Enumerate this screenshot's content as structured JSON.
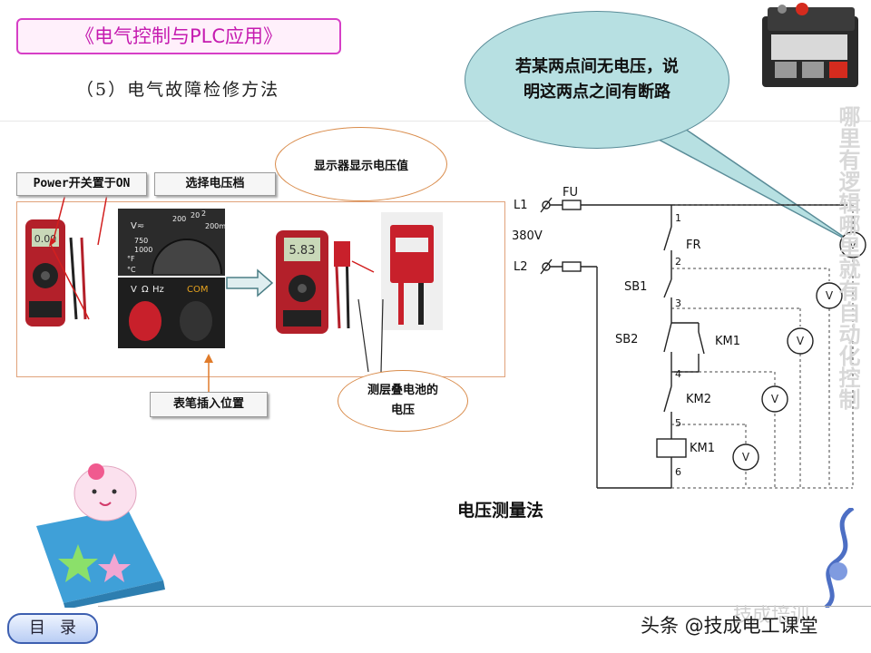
{
  "header": {
    "course_title": "《电气控制与PLC应用》",
    "section_heading": "（5）电气故障检修方法"
  },
  "multimeter_panel": {
    "label_power": "Power开关置于ON",
    "label_range": "选择电压档",
    "label_display": "显示器显示电压值",
    "label_plug": "表笔插入位置",
    "label_battery": "测层叠电池的电压",
    "reading_1": "0.00",
    "reading_2": "5.83",
    "dial_marks": [
      "V≂",
      "750",
      "1000",
      "200",
      "20",
      "2",
      "200m",
      "°F",
      "°C"
    ],
    "jack_labels": [
      "V",
      "Ω",
      "Hz",
      "COM"
    ]
  },
  "callout": {
    "text": "若某两点间无电压，说明这两点之间有断路"
  },
  "side_text": "哪里有逻辑哪里就有自动化控制",
  "circuit": {
    "line_l1": "L1",
    "line_l2": "L2",
    "voltage": "380V",
    "fuse": "FU",
    "fr": "FR",
    "sb1": "SB1",
    "sb2": "SB2",
    "km1_contact": "KM1",
    "km2": "KM2",
    "km1_coil": "KM1",
    "meter": "V",
    "nodes": [
      "1",
      "2",
      "3",
      "4",
      "5",
      "6"
    ]
  },
  "caption": "电压测量法",
  "footer": {
    "toc_button": "目录",
    "watermark": "头条 @技成电工课堂",
    "watermark_faint": "技成培训"
  },
  "colors": {
    "title_border": "#d63fc6",
    "frame_border": "#e0a27a",
    "callout_fill": "#b7e0e2",
    "meter_body": "#b3202a"
  }
}
